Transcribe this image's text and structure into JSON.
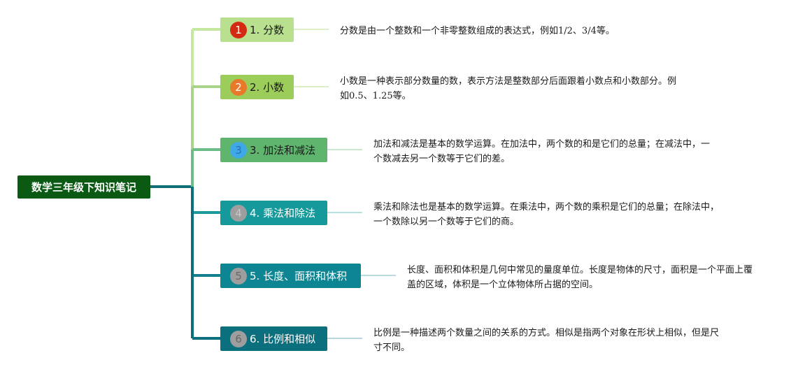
{
  "root": {
    "title": "数学三年级下知识笔记"
  },
  "topics": [
    {
      "number": "1",
      "label": "1. 分数",
      "description": "分数是由一个整数和一个非零整数组成的表达式，例如1/2、3/4等。",
      "box_color": "#b9e08e",
      "text_color": "#1a1a1a",
      "badge_color": "#d42a14",
      "badge_text_color": "#ffffff",
      "line_color": "#c5e7a0"
    },
    {
      "number": "2",
      "label": "2. 小数",
      "description": "小数是一种表示部分数量的数，表示方法是整数部分后面跟着小数点和小数部分。例如0.5、1.25等。",
      "box_color": "#9ccc5a",
      "text_color": "#1a1a1a",
      "badge_color": "#e8782a",
      "badge_text_color": "#ffffff",
      "line_color": "#c5e7a0"
    },
    {
      "number": "3",
      "label": "3. 加法和减法",
      "description": "加法和减法是基本的数学运算。在加法中，两个数的和是它们的总量；在减法中，一个数减去另一个数等于它们的差。",
      "box_color": "#5fb56d",
      "text_color": "#1a1a1a",
      "badge_color": "#3fa8e6",
      "badge_text_color": "#2a6fb5",
      "line_color": "#a9d9b1"
    },
    {
      "number": "4",
      "label": "4. 乘法和除法",
      "description": "乘法和除法也是基本的数学运算。在乘法中，两个数的乘积是它们的总量；在除法中，一个数除以另一个数等于它们的商。",
      "box_color": "#15999a",
      "text_color": "#ffffff",
      "badge_color": "#9e9e9e",
      "badge_text_color": "#c8c8c8",
      "line_color": "#8ccfd0"
    },
    {
      "number": "5",
      "label": "5. 长度、面积和体积",
      "description": "长度、面积和体积是几何中常见的量度单位。长度是物体的尺寸，面积是一个平面上覆盖的区域，体积是一个立体物体所占据的空间。",
      "box_color": "#0e8592",
      "text_color": "#ffffff",
      "badge_color": "#9e9e9e",
      "badge_text_color": "#686868",
      "line_color": "#8cc6cd"
    },
    {
      "number": "6",
      "label": "6. 比例和相似",
      "description": "比例是一种描述两个数量之间的关系的方式。相似是指两个对象在形状上相似，但是尺寸不同。",
      "box_color": "#0b6f7e",
      "text_color": "#ffffff",
      "badge_color": "#9e9e9e",
      "badge_text_color": "#686868",
      "line_color": "#8cbdc5"
    }
  ]
}
